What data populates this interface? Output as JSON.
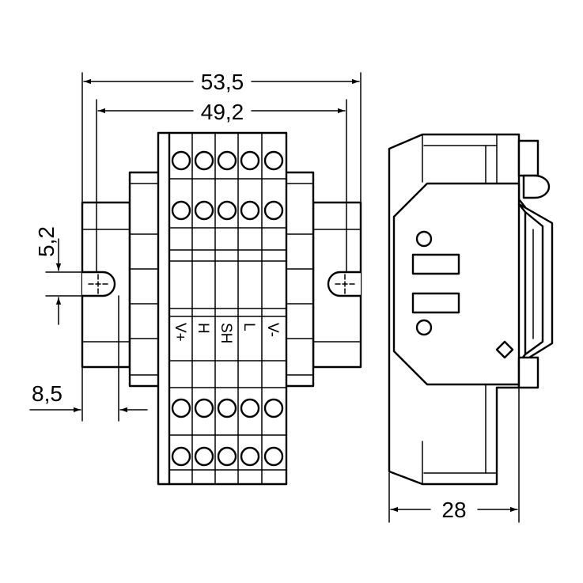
{
  "dimensions": {
    "outer_width": "53,5",
    "inner_width": "49,2",
    "hole_height": "5,2",
    "edge_offset": "8,5",
    "depth": "28"
  },
  "terminal_labels": [
    "V+",
    "H",
    "SH",
    "L",
    "V-"
  ],
  "colors": {
    "line": "#000000",
    "background": "#ffffff"
  }
}
